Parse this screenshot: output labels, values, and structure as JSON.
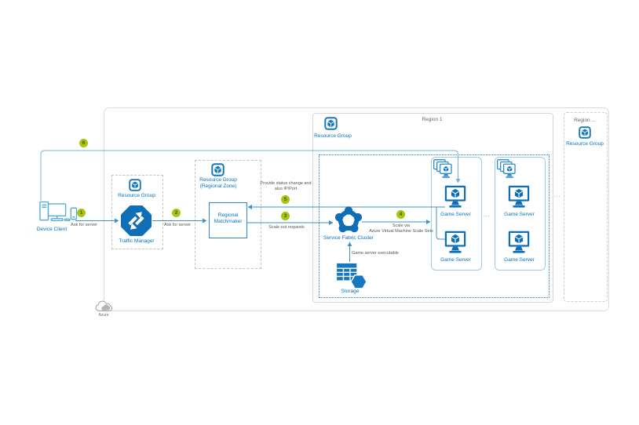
{
  "canvas": {
    "azure_label": "Azure"
  },
  "regions": {
    "region1": {
      "title": "Region 1",
      "resource_group": "Resource Group"
    },
    "region_more": {
      "title": "Region ...",
      "resource_group": "Resource Group"
    }
  },
  "groups": {
    "traffic_manager_group": {
      "resource_group": "Resource Group"
    },
    "regional_zone_group": {
      "resource_group_line1": "Resource Group",
      "resource_group_line2": "(Regional Zone)"
    }
  },
  "nodes": {
    "device_client": "Device Client",
    "traffic_manager": "Traffic Manager",
    "regional_matchmaker_line1": "Regional",
    "regional_matchmaker_line2": "Matchmaker",
    "service_fabric_cluster": "Service Fabric Cluster",
    "storage": "Storage",
    "game_server": "Game Server"
  },
  "steps": [
    {
      "n": "1",
      "label": "Ask for server"
    },
    {
      "n": "2",
      "label": "Ask for server"
    },
    {
      "n": "3",
      "label": "Scale out requests"
    },
    {
      "n": "4",
      "label_line1": "Scale via",
      "label_line2": "Azure Virtual Machine Scale Sets"
    },
    {
      "n": "5",
      "label_line1": "Provide status change and",
      "label_line2": "also IP/Port"
    },
    {
      "n": "6",
      "label": ""
    }
  ],
  "annotations": {
    "game_server_executable": "Game server executable",
    "ellipsis": "..."
  },
  "colors": {
    "azure_blue": "#0e6fb7",
    "light_blue": "#5aaed6",
    "flow_line": "#3f90cc",
    "loop_line": "#76b4dd",
    "badge_bg": "#a6c410",
    "label_blue": "#0072c6"
  }
}
